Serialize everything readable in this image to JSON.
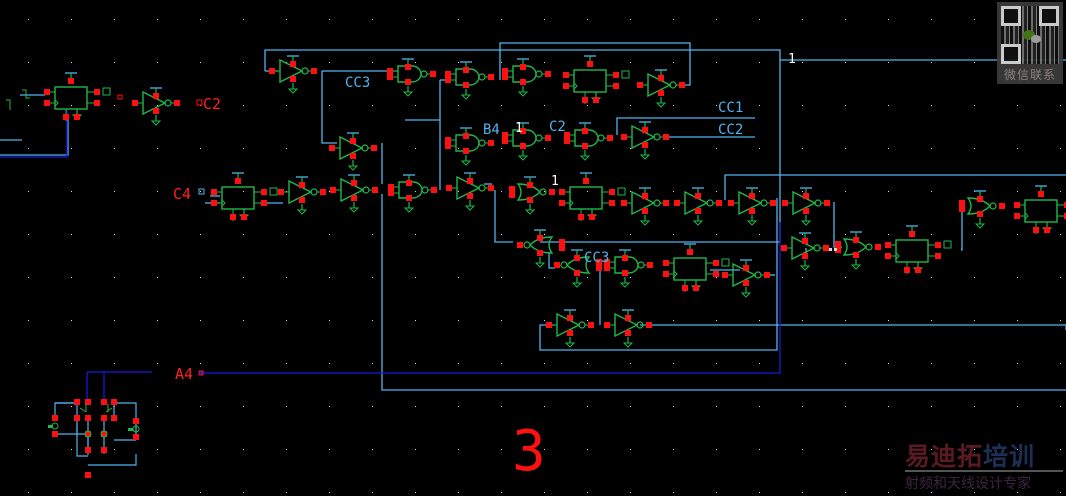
{
  "schematic": {
    "title": "CMOS counter / flip-flop schematic",
    "background": "#000000",
    "colors": {
      "wire": "#4fb4ef",
      "bus_wire": "#1a1ad8",
      "component": "#1fb84a",
      "pin": "#ff1010",
      "pin_label": "#ff2020",
      "net_label": "#4fb4ef",
      "grid": "#ffffff",
      "white_text": "#ffffff",
      "annotation": "#ff1010"
    },
    "pin_labels": [
      {
        "id": "c2",
        "text": "C2"
      },
      {
        "id": "c4",
        "text": "C4"
      },
      {
        "id": "a4",
        "text": "A4"
      }
    ],
    "net_labels": [
      {
        "id": "cc3_top",
        "text": "CC3"
      },
      {
        "id": "cc3_mid",
        "text": "CC3"
      },
      {
        "id": "b4",
        "text": "B4"
      },
      {
        "id": "c2_net",
        "text": "C2"
      },
      {
        "id": "cc1",
        "text": "CC1"
      },
      {
        "id": "cc2",
        "text": "CC2"
      }
    ],
    "white_labels": [
      {
        "id": "one_a",
        "text": "1"
      },
      {
        "id": "one_b",
        "text": "1"
      },
      {
        "id": "one_c",
        "text": "1"
      }
    ],
    "annotation": {
      "text": "3"
    },
    "component_counts": {
      "inverters": 19,
      "nand_gates": 7,
      "nor_gates": 4,
      "flip_flops": 7,
      "transistors": 6
    }
  },
  "watermark": {
    "qr_caption": "微信联系",
    "logo_part1": "易迪拓",
    "logo_part2": "培训",
    "logo_sub": "射频和天线设计专家"
  }
}
